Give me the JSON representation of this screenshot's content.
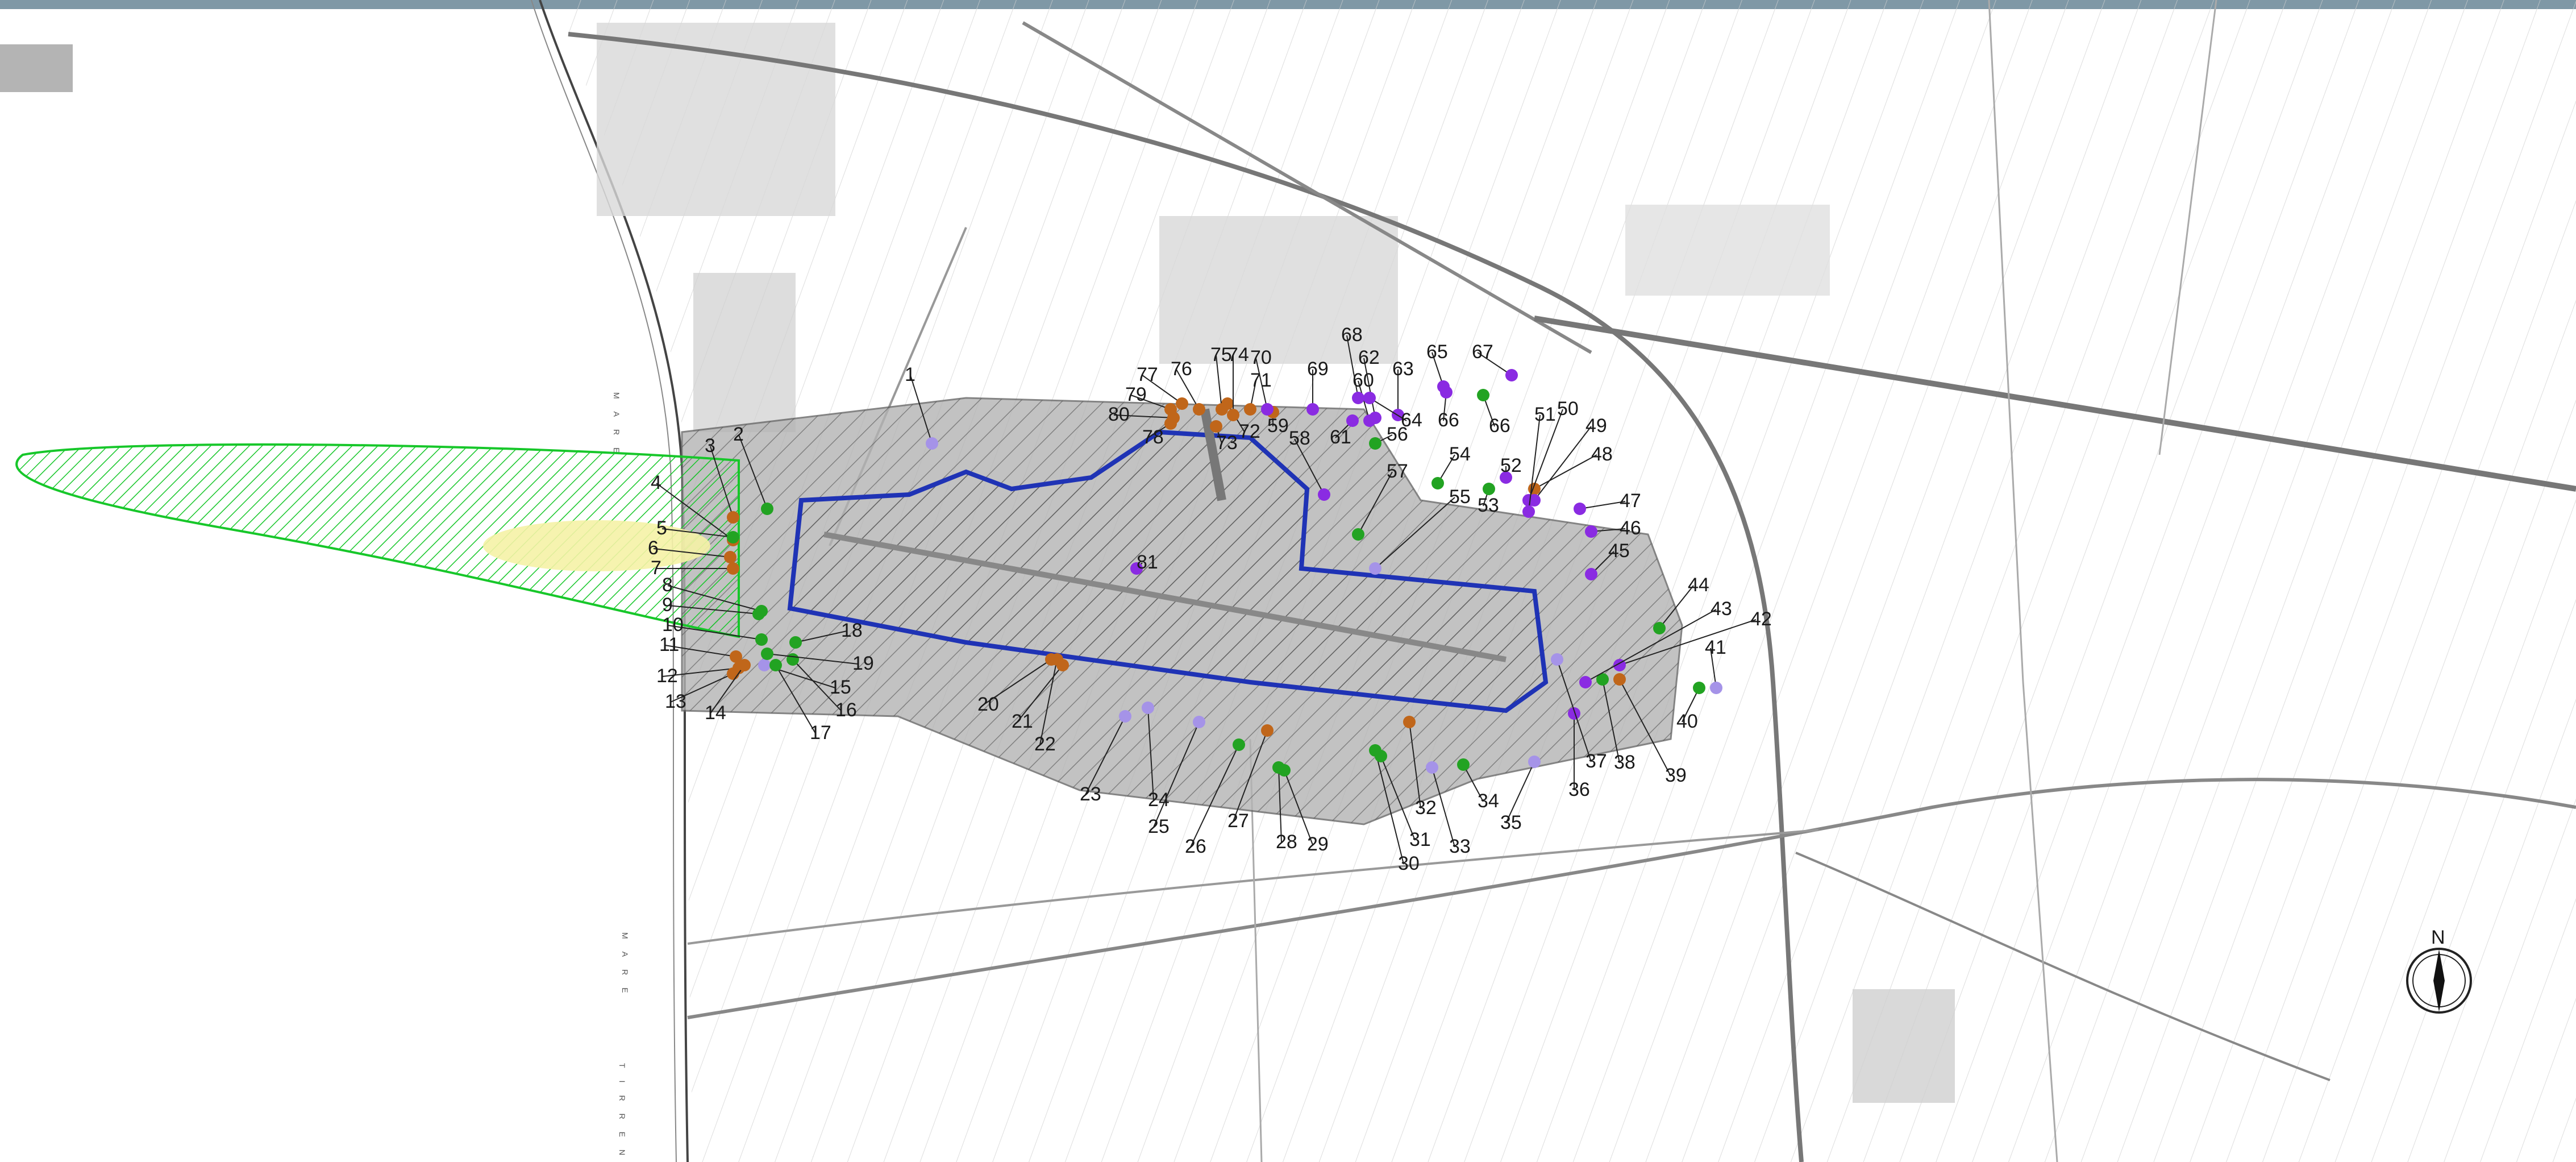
{
  "window": {
    "accent_bar_color": "#7f98a6",
    "corner_box_color": "#b4b4b4"
  },
  "map": {
    "colors": {
      "receptor_green": "#22a322",
      "receptor_purple": "#8a2be2",
      "receptor_lilac": "#a593e8",
      "receptor_orange": "#c0661a",
      "airport_boundary": "#1f33b5",
      "noise_green": "#17c72a",
      "noise_yellow": "#f5f2a6",
      "buffer_gray": "#b3b3b3"
    },
    "sea_labels": [
      "MARE",
      "MARE",
      "TIRRENO"
    ],
    "north_label": "N",
    "receptors": [
      {
        "n": "1",
        "c": "lilac"
      },
      {
        "n": "2",
        "c": "green"
      },
      {
        "n": "3",
        "c": "orange"
      },
      {
        "n": "4",
        "c": "orange"
      },
      {
        "n": "5",
        "c": "green"
      },
      {
        "n": "6",
        "c": "orange"
      },
      {
        "n": "7",
        "c": "orange"
      },
      {
        "n": "8",
        "c": "green"
      },
      {
        "n": "9",
        "c": "green"
      },
      {
        "n": "10",
        "c": "green"
      },
      {
        "n": "11",
        "c": "orange"
      },
      {
        "n": "12",
        "c": "orange"
      },
      {
        "n": "13",
        "c": "orange"
      },
      {
        "n": "14",
        "c": "orange"
      },
      {
        "n": "15",
        "c": "lilac"
      },
      {
        "n": "16",
        "c": "green"
      },
      {
        "n": "17",
        "c": "green"
      },
      {
        "n": "18",
        "c": "green"
      },
      {
        "n": "19",
        "c": "green"
      },
      {
        "n": "20",
        "c": "orange"
      },
      {
        "n": "21",
        "c": "orange"
      },
      {
        "n": "22",
        "c": "orange"
      },
      {
        "n": "23",
        "c": "lilac"
      },
      {
        "n": "24",
        "c": "lilac"
      },
      {
        "n": "25",
        "c": "lilac"
      },
      {
        "n": "26",
        "c": "green"
      },
      {
        "n": "27",
        "c": "orange"
      },
      {
        "n": "28",
        "c": "green"
      },
      {
        "n": "29",
        "c": "green"
      },
      {
        "n": "30",
        "c": "green"
      },
      {
        "n": "31",
        "c": "green"
      },
      {
        "n": "32",
        "c": "orange"
      },
      {
        "n": "33",
        "c": "lilac"
      },
      {
        "n": "34",
        "c": "green"
      },
      {
        "n": "35",
        "c": "lilac"
      },
      {
        "n": "36",
        "c": "purple"
      },
      {
        "n": "37",
        "c": "lilac"
      },
      {
        "n": "38",
        "c": "green"
      },
      {
        "n": "39",
        "c": "orange"
      },
      {
        "n": "40",
        "c": "green"
      },
      {
        "n": "41",
        "c": "lilac"
      },
      {
        "n": "42",
        "c": "purple"
      },
      {
        "n": "43",
        "c": "purple"
      },
      {
        "n": "44",
        "c": "green"
      },
      {
        "n": "45",
        "c": "purple"
      },
      {
        "n": "46",
        "c": "purple"
      },
      {
        "n": "47",
        "c": "purple"
      },
      {
        "n": "48",
        "c": "orange"
      },
      {
        "n": "49",
        "c": "purple"
      },
      {
        "n": "50",
        "c": "purple"
      },
      {
        "n": "51",
        "c": "purple"
      },
      {
        "n": "52",
        "c": "purple"
      },
      {
        "n": "53",
        "c": "green"
      },
      {
        "n": "54",
        "c": "green"
      },
      {
        "n": "55",
        "c": "lilac"
      },
      {
        "n": "56",
        "c": "green"
      },
      {
        "n": "57",
        "c": "green"
      },
      {
        "n": "58",
        "c": "purple"
      },
      {
        "n": "59",
        "c": "orange"
      },
      {
        "n": "60",
        "c": "purple"
      },
      {
        "n": "61",
        "c": "purple"
      },
      {
        "n": "62",
        "c": "purple"
      },
      {
        "n": "63",
        "c": "purple"
      },
      {
        "n": "64",
        "c": "purple"
      },
      {
        "n": "65",
        "c": "purple"
      },
      {
        "n": "66",
        "c": "purple"
      },
      {
        "n": "66",
        "c": "green"
      },
      {
        "n": "67",
        "c": "purple"
      },
      {
        "n": "68",
        "c": "purple"
      },
      {
        "n": "69",
        "c": "purple"
      },
      {
        "n": "70",
        "c": "purple"
      },
      {
        "n": "71",
        "c": "orange"
      },
      {
        "n": "72",
        "c": "orange"
      },
      {
        "n": "73",
        "c": "orange"
      },
      {
        "n": "74",
        "c": "orange"
      },
      {
        "n": "75",
        "c": "orange"
      },
      {
        "n": "76",
        "c": "orange"
      },
      {
        "n": "77",
        "c": "orange"
      },
      {
        "n": "78",
        "c": "orange"
      },
      {
        "n": "79",
        "c": "orange"
      },
      {
        "n": "80",
        "c": "orange"
      },
      {
        "n": "81",
        "c": "purple"
      }
    ]
  }
}
